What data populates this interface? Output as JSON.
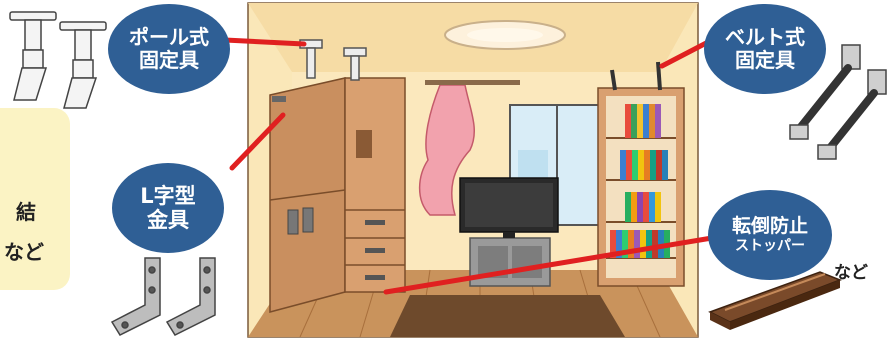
{
  "labels": {
    "pole": {
      "line1": "ポール式",
      "line2": "固定具"
    },
    "belt": {
      "line1": "ベルト式",
      "line2": "固定具"
    },
    "lbracket": {
      "line1": "L字型",
      "line2": "金具"
    },
    "stopper": {
      "line1": "転倒防止",
      "line2": "ストッパー"
    }
  },
  "side_panel": {
    "text1": "結",
    "text2": "など"
  },
  "right_note": "など",
  "colors": {
    "bubble": "#2f5f95",
    "leader_line": "#e02020",
    "panel": "#fbf3c4",
    "wall": "#fae7b8",
    "floor": "#c9935c"
  },
  "icons": [
    "pole-fixture-icon",
    "belt-fixture-icon",
    "l-bracket-icon",
    "stopper-icon"
  ]
}
